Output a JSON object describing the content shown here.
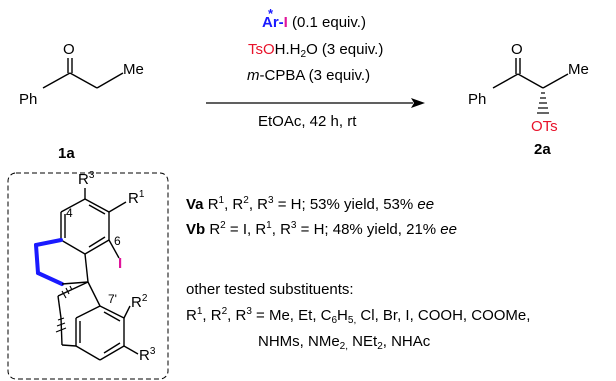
{
  "reagents": {
    "catalyst_ar": "Ar",
    "catalyst_star": "*",
    "catalyst_dash": "-",
    "catalyst_i": "I",
    "catalyst_amount": "(0.1 equiv.)",
    "acid_tso": "TsO",
    "acid_rest": "H.H",
    "acid_sub": "2",
    "acid_o": "O (3 equiv.)",
    "oxidant_m": "m",
    "oxidant_rest": "-CPBA (3 equiv.)",
    "conditions": "EtOAc, 42 h, rt"
  },
  "compounds": {
    "sm_label": "1a",
    "sm_ph": "Ph",
    "sm_o": "O",
    "sm_me": "Me",
    "pr_label": "2a",
    "pr_ph": "Ph",
    "pr_o": "O",
    "pr_me": "Me",
    "pr_ots": "OTs"
  },
  "catalyst_structure": {
    "r3_top": "R",
    "r3_top_sup": "3",
    "pos4": "4",
    "pos6": "6",
    "r1": "R",
    "r1_sup": "1",
    "iodo": "I",
    "pos7p": "7'",
    "r2": "R",
    "r2_sup": "2",
    "r3_bot": "R",
    "r3_bot_sup": "3"
  },
  "results": {
    "va_label": "Va",
    "va_text_1": " R",
    "va_s1": "1",
    "va_text_2": ", R",
    "va_s2": "2",
    "va_text_3": ", R",
    "va_s3": "3",
    "va_text_4": " = H; 53% yield, 53% ",
    "va_ee": "ee",
    "vb_label": "Vb",
    "vb_text_1": " R",
    "vb_s2": "2",
    "vb_text_2": " = I, R",
    "vb_s1": "1",
    "vb_text_3": ", R",
    "vb_s3": "3",
    "vb_text_4": " = H; 48% yield, 21% ",
    "vb_ee": "ee",
    "other_heading": "other tested substituents:",
    "subs_r1": "R",
    "subs_s1": "1",
    "subs_c1": ", R",
    "subs_s2": "2",
    "subs_c2": ", R",
    "subs_s3": "3",
    "subs_list_1": " = Me, Et, C",
    "subs_c6": "6",
    "subs_h": "H",
    "subs_h5": "5,",
    "subs_list_2": " Cl, Br, I, COOH, COOMe,",
    "subs_line2_1": "NHMs, NMe",
    "subs_line2_s1": "2,",
    "subs_line2_2": " NEt",
    "subs_line2_s2": "2",
    "subs_line2_3": ", NHAc"
  }
}
